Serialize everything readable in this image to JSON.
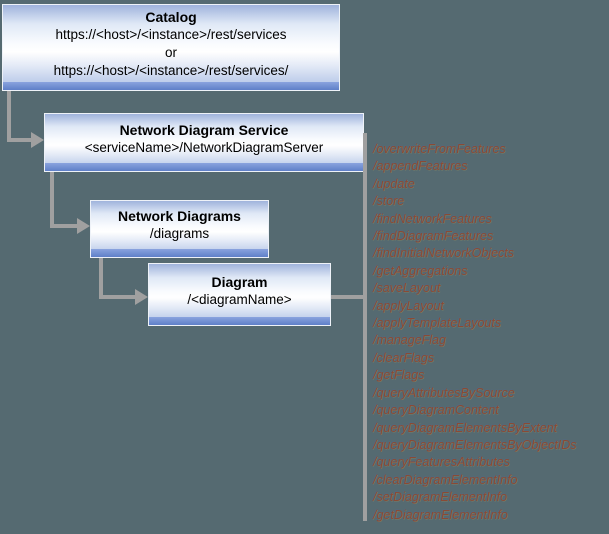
{
  "figure": {
    "description": "REST services hierarchy for the Network Diagram Service"
  },
  "boxes": [
    {
      "title": "Catalog",
      "lines": [
        "https://<host>/<instance>/rest/services",
        "or",
        "https://<host>/<instance>/rest/services/"
      ]
    },
    {
      "title": "Network Diagram Service",
      "lines": [
        "<serviceName>/NetworkDiagramServer"
      ]
    },
    {
      "title": "Network Diagrams",
      "lines": [
        "/diagrams"
      ]
    },
    {
      "title": "Diagram",
      "lines": [
        "/<diagramName>"
      ]
    }
  ],
  "operations": [
    "/overwriteFromFeatures",
    "/appendFeatures",
    "/update",
    "/store",
    "/findNetworkFeatures",
    "/findDiagramFeatures",
    "/findInitialNetworkObjects",
    "/getAggregations",
    "/saveLayout",
    "/applyLayout",
    "/applyTemplateLayouts",
    "/manageFlag",
    "/clearFlags",
    "/getFlags",
    "/queryAttributesBySource",
    "/queryDiagramContent",
    "/queryDiagramElementsByExtent",
    "/queryDiagramElementsByObjectIDs",
    "/queryFeaturesAttributes",
    "/clearDiagramElementInfo",
    "/setDiagramElementInfo",
    "/getDiagramElementInfo"
  ],
  "colors": {
    "background": "#556a71",
    "connector": "#a0a0a0",
    "operation_text": "#8a4a35",
    "box_border": "#eef2f8",
    "box_gradient_top": "#9fb3dc",
    "box_bottom_strip": "#5f80c8",
    "box_text": "#000000"
  }
}
